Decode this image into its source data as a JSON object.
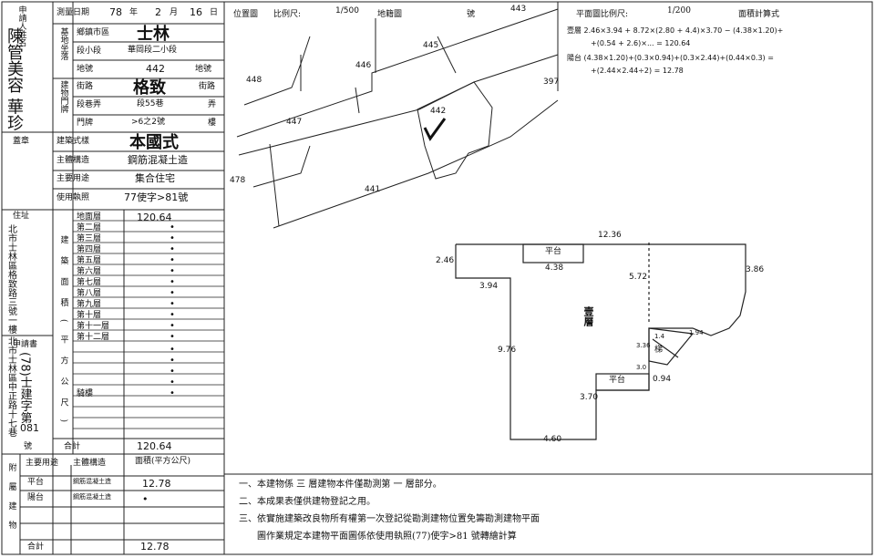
{
  "applicant": {
    "label": "申請人姓名",
    "name": "陳管美容 華珍",
    "applicant_label": "申請書",
    "applicant_no_prefix": "(78)士建字第",
    "applicant_no": "081",
    "applicant_suffix": "號",
    "seal_label": "蓋章",
    "address_label": "住址",
    "address": "北市士林區格致路三號一樓 北市士林區中正路十七巷"
  },
  "survey": {
    "date_label": "測量日期",
    "date_year": "78",
    "date_year_unit": "年",
    "date_month": "2",
    "date_month_unit": "月",
    "date_day": "16",
    "date_day_unit": "日",
    "district_label": "鄉鎮市區",
    "district": "士林",
    "site_label": "基地坐落",
    "section_label": "段小段",
    "section": "華岡段二小段",
    "lot_label": "地號",
    "lot": "442",
    "lot_unit": "地號",
    "road_label": "街路",
    "road": "格致",
    "road_unit": "街路",
    "lane_label": "段巷弄",
    "lane": "段55巷",
    "lane_unit": "弄",
    "door_label": "門牌",
    "door": ">6之2號",
    "door_unit": "樓",
    "bldg_label": "建物門牌",
    "style_label": "建築式樣",
    "style": "本國式",
    "structure_label": "主體構造",
    "structure": "鋼筋混凝土造",
    "use_label": "主要用途",
    "use": "集合住宅",
    "permit_label": "使用執照",
    "permit": "77使字>81號"
  },
  "floors": {
    "side_label": "建築面積(平方公尺)",
    "items": [
      {
        "label": "地面層",
        "value": "120.64"
      },
      {
        "label": "第二層",
        "value": "•"
      },
      {
        "label": "第三層",
        "value": "•"
      },
      {
        "label": "第四層",
        "value": "•"
      },
      {
        "label": "第五層",
        "value": "•"
      },
      {
        "label": "第六層",
        "value": "•"
      },
      {
        "label": "第七層",
        "value": "•"
      },
      {
        "label": "第八層",
        "value": "•"
      },
      {
        "label": "第九層",
        "value": "•"
      },
      {
        "label": "第十層",
        "value": "•"
      },
      {
        "label": "第十一層",
        "value": "•"
      },
      {
        "label": "第十二層",
        "value": "•"
      },
      {
        "label": "",
        "value": "•"
      },
      {
        "label": "",
        "value": "•"
      },
      {
        "label": "",
        "value": "•"
      },
      {
        "label": "",
        "value": "•"
      },
      {
        "label": "騎樓",
        "value": "•"
      }
    ],
    "total_label": "合計",
    "total": "120.64"
  },
  "annex": {
    "side_label": "附屬建物",
    "use_header": "主要用途",
    "struct_header": "主體構造",
    "area_header": "面積(平方公尺)",
    "rows": [
      {
        "use": "平台",
        "struct": "鋼筋混凝土造",
        "area": "12.78"
      },
      {
        "use": "陽台",
        "struct": "鋼筋混凝土造",
        "area": "•"
      },
      {
        "use": "",
        "struct": "",
        "area": ""
      },
      {
        "use": "",
        "struct": "",
        "area": ""
      }
    ],
    "total_label": "合計",
    "total": "12.78"
  },
  "location_map": {
    "label": "位置圖",
    "scale_label": "比例尺:",
    "scale": "1/500",
    "map_label": "地籍圖",
    "no_label": "號",
    "parcels": [
      "443",
      "445",
      "446",
      "448",
      "447",
      "442",
      "441",
      "478",
      "397"
    ]
  },
  "floor_plan": {
    "scale_label": "平面圖比例尺:",
    "scale": "1/200",
    "area_formula_label": "面積計算式",
    "formula_1": "壹層 2.46×3.94 + 8.72×(2.80 + 4.4)×3.70 − (4.38×1.20)+",
    "formula_2": "+(0.54 + 2.6)×... = 120.64",
    "formula_3": "陽台 (4.38×1.20)+(0.3×0.94)+(0.3×2.44)+(0.44×0.3) =",
    "formula_4": "+(2.44×2.44÷2) = 12.78",
    "floor_name": "壹層",
    "terrace_1": "平台",
    "terrace_2": "平台",
    "stair_label": "梯",
    "dims": [
      "12.36",
      "2.46",
      "4.38",
      "3.94",
      "5.72",
      "3.86",
      "9.76",
      "1.94",
      "3.36",
      "3.70",
      "0.94",
      "4.60",
      "3.0",
      "1.4"
    ]
  },
  "notes": [
    "一、本建物係 三 層建物本件僅勘測第 一 層部分。",
    "二、本成果表僅供建物登記之用。",
    "三、依實施建築改良物所有權第一次登記從勘測建物位置免籌勘測建物平面",
    "圖作業規定本建物平面圖係依使用執照(77)使字>81 號轉繪計算"
  ]
}
